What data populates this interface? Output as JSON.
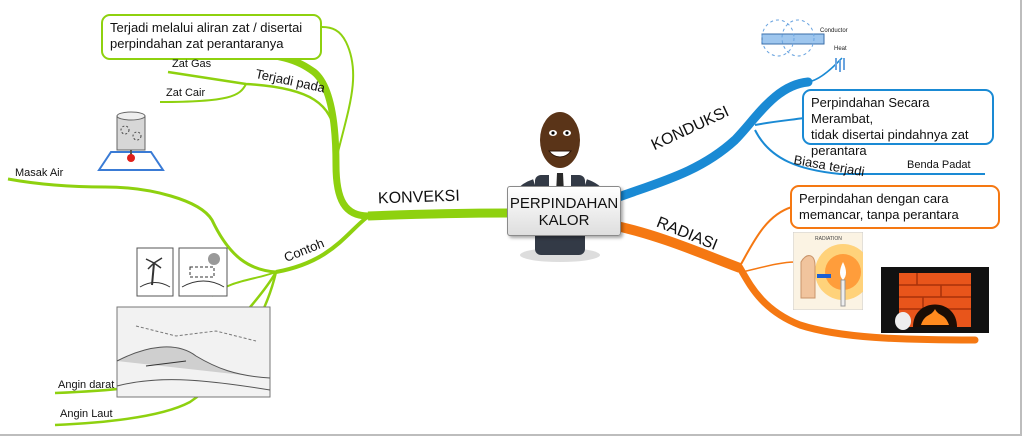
{
  "central": {
    "line1": "PERPINDAHAN",
    "line2": "KALOR"
  },
  "colors": {
    "konveksi": "#8ed10f",
    "konduksi": "#1a8ad4",
    "radiasi": "#f57812"
  },
  "konveksi": {
    "label": "KONVEKSI",
    "definition_line1": "Terjadi melalui aliran zat / disertai",
    "definition_line2": "perpindahan zat perantaranya",
    "terjadi_pada": {
      "label": "Terjadi pada",
      "items": [
        "Zat Gas",
        "Zat Cair"
      ]
    },
    "contoh": {
      "label": "Contoh",
      "items": [
        "Masak Air",
        "Angin darat",
        "Angin Laut"
      ]
    }
  },
  "konduksi": {
    "label": "KONDUKSI",
    "definition_line1": "Perpindahan Secara Merambat,",
    "definition_line2": "tidak disertai pindahnya zat",
    "definition_line3": "perantara",
    "biasa_terjadi": {
      "label": "Biasa terjadi",
      "item": "Benda Padat"
    },
    "image_text": {
      "conductor": "Conductor",
      "heat": "Heat"
    }
  },
  "radiasi": {
    "label": "RADIASI",
    "definition_line1": "Perpindahan dengan cara",
    "definition_line2": "memancar, tanpa perantara",
    "image_text": {
      "radiation": "RADIATION"
    }
  },
  "icons": [
    "businessman-figure",
    "beaker-heating-icon",
    "conduction-rod-icon",
    "radiation-hand-icon",
    "fireplace-icon",
    "sea-breeze-map",
    "island-diagrams"
  ]
}
